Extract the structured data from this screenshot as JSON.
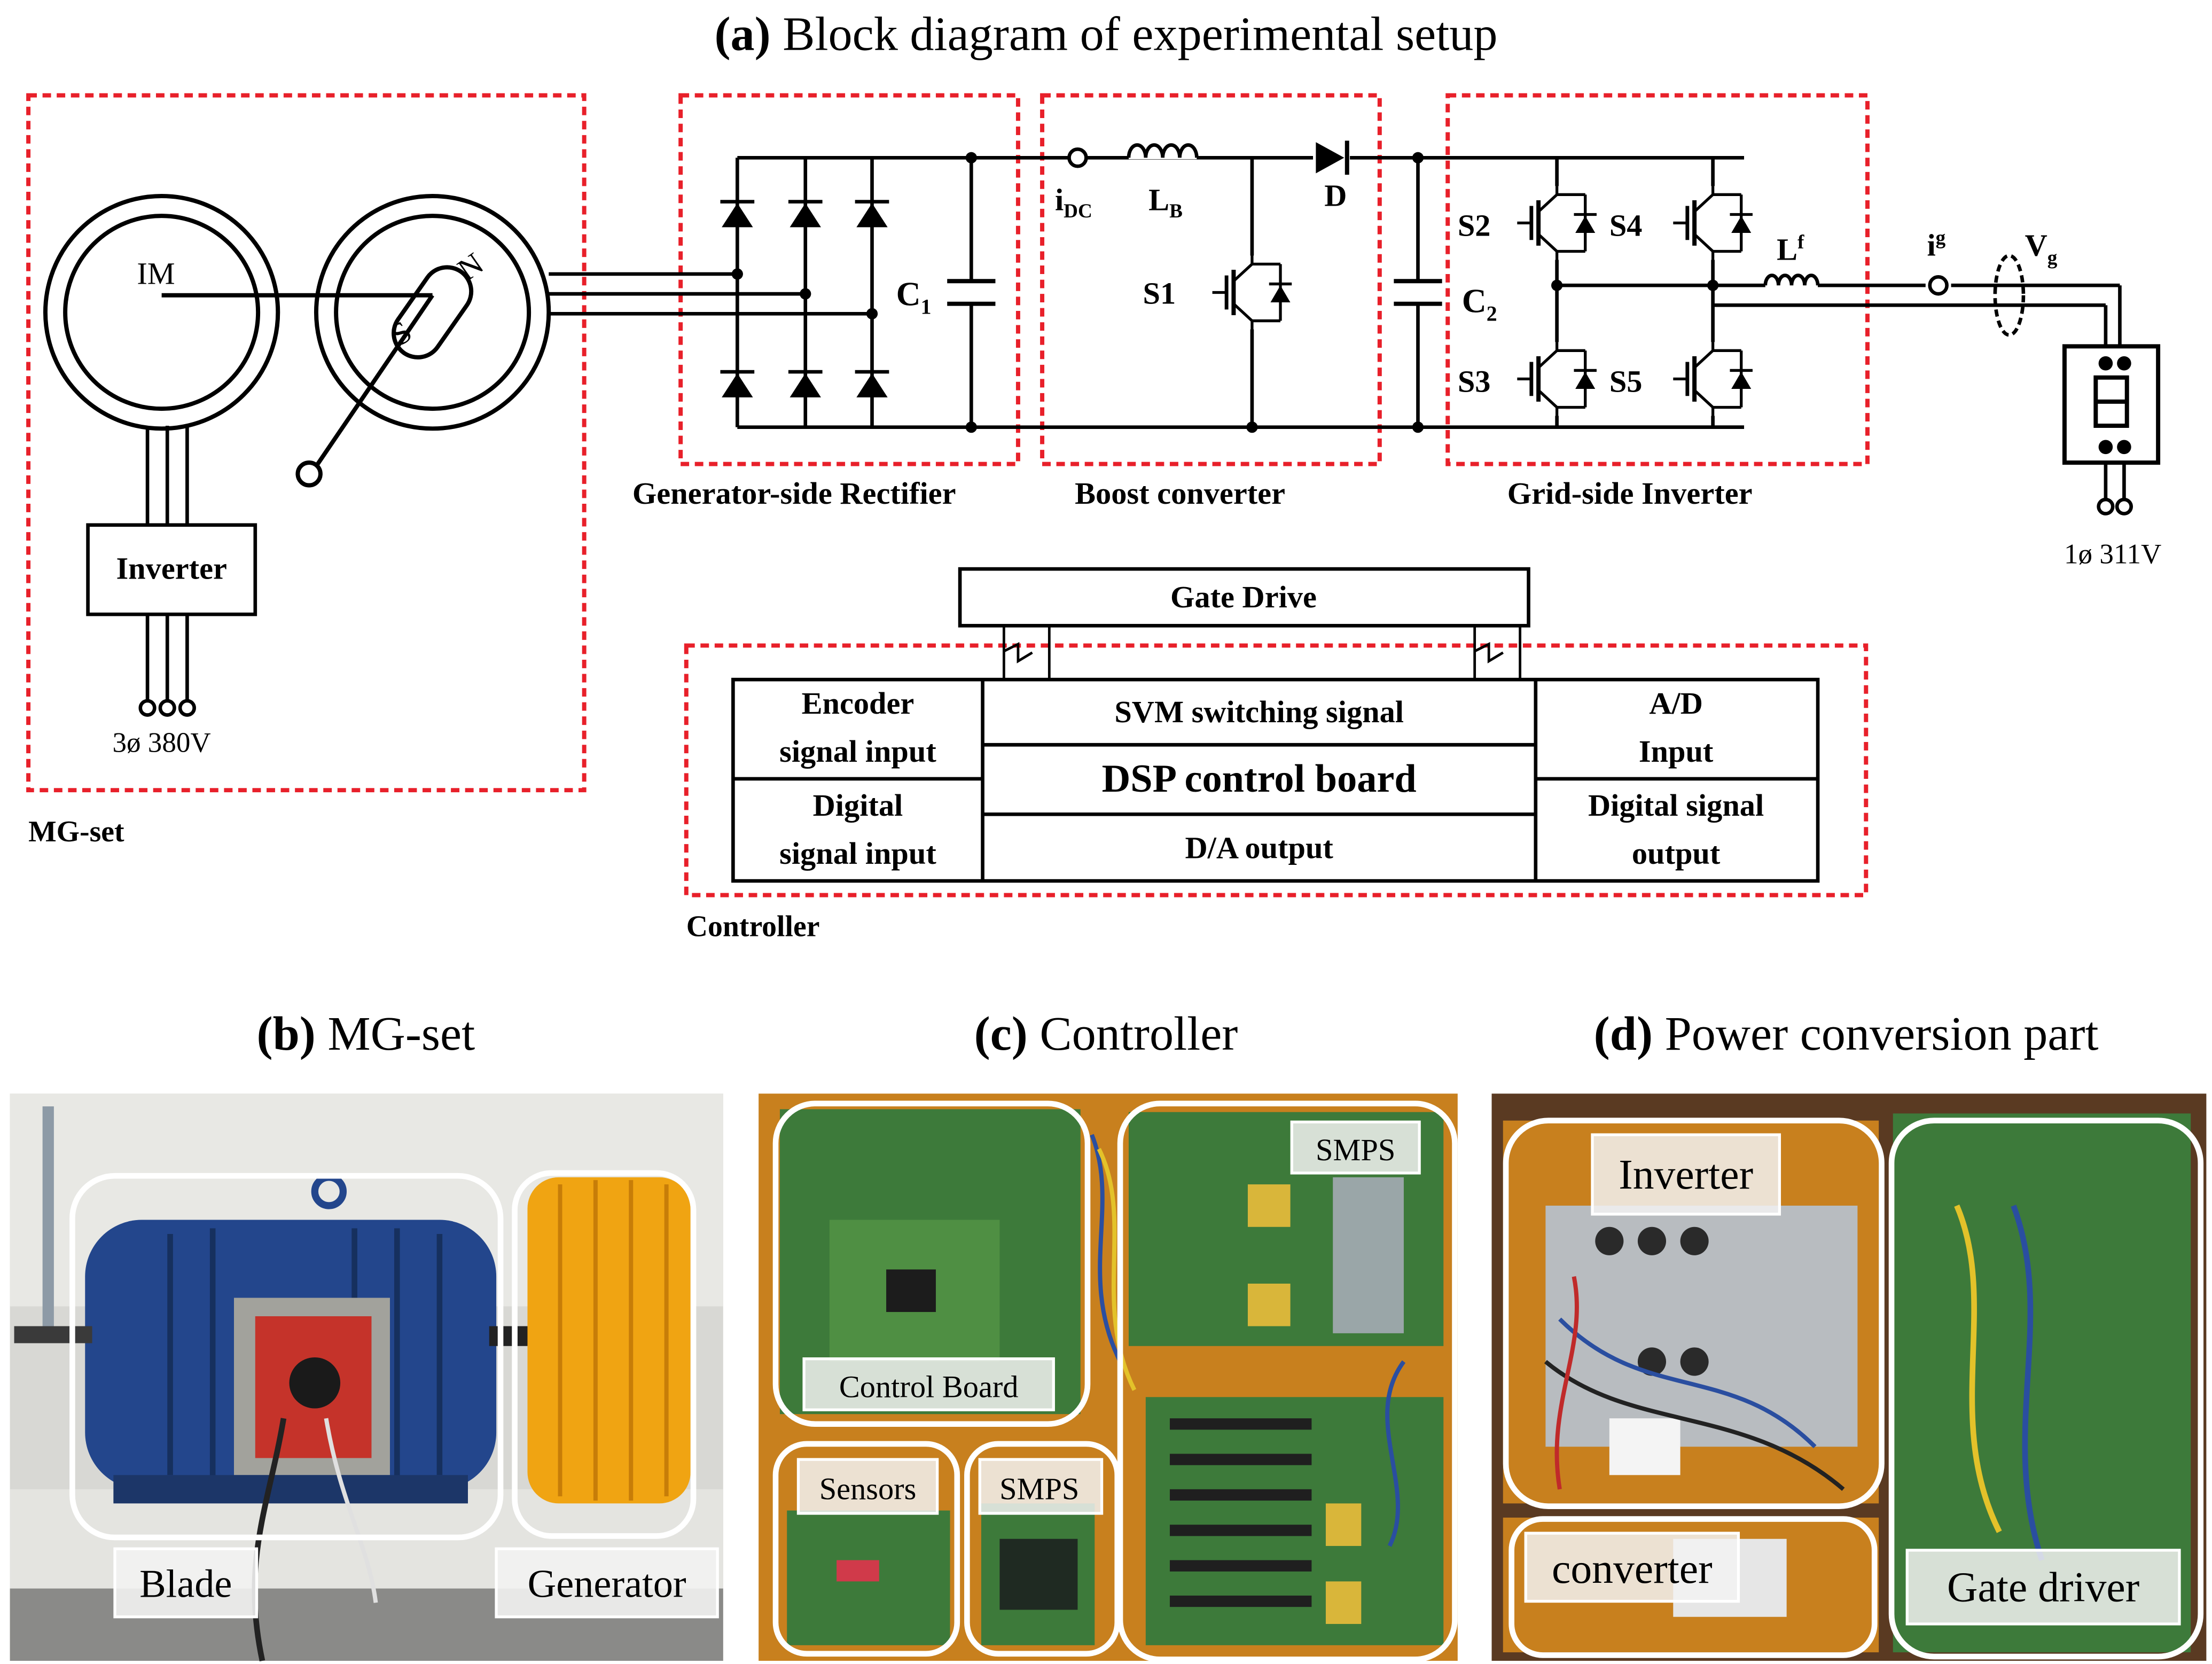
{
  "panel_a": {
    "title_letter": "a",
    "title_text": "Block diagram of experimental setup",
    "im_label": "IM",
    "n_label": "N",
    "s_label": "S",
    "inverter_label": "Inverter",
    "mg_supply": "3ø 380V",
    "mg_set_label": "MG-set",
    "idc_label": "i",
    "idc_sub": "DC",
    "lb_label": "L",
    "lb_sub": "B",
    "d_label": "D",
    "s1_label": "S1",
    "c1_label": "C",
    "c1_sub": "1",
    "c2_label": "C",
    "c2_sub": "2",
    "s2_label": "S2",
    "s3_label": "S3",
    "s4_label": "S4",
    "s5_label": "S5",
    "lf_label": "L",
    "lf_sub": "f",
    "ig_label": "i",
    "ig_sub": "g",
    "vg_label": "V",
    "vg_sub": "g",
    "grid_supply": "1ø 311V",
    "rectifier_label": "Generator-side Rectifier",
    "boost_label": "Boost converter",
    "grid_inverter_label": "Grid-side Inverter",
    "gate_drive_label": "Gate Drive",
    "encoder_line1": "Encoder",
    "encoder_line2": "signal input",
    "digital_in_line1": "Digital",
    "digital_in_line2": "signal input",
    "svm_label": "SVM switching signal",
    "dsp_label": "DSP control board",
    "da_label": "D/A output",
    "ad_line1": "A/D",
    "ad_line2": "Input",
    "digital_out_line1": "Digital signal",
    "digital_out_line2": "output",
    "controller_label": "Controller"
  },
  "panel_b": {
    "title_letter": "b",
    "title_text": "MG-set",
    "callouts": [
      "Blade",
      "Generator"
    ]
  },
  "panel_c": {
    "title_letter": "c",
    "title_text": "Controller",
    "callouts": [
      "SMPS",
      "Control Board",
      "Sensors",
      "SMPS"
    ]
  },
  "panel_d": {
    "title_letter": "d",
    "title_text": "Power conversion part",
    "callouts": [
      "Inverter",
      "converter",
      "Gate driver"
    ]
  },
  "colors": {
    "dashed_box": "#e8202a",
    "line": "#000000",
    "photo_b_bg": "#d8d8d4",
    "photo_c_bg": "#c8801e",
    "photo_d_bg": "#5a3a22",
    "motor_blue": "#23468c",
    "generator_yellow": "#f0a412",
    "pcb_green": "#3d7a3a"
  }
}
